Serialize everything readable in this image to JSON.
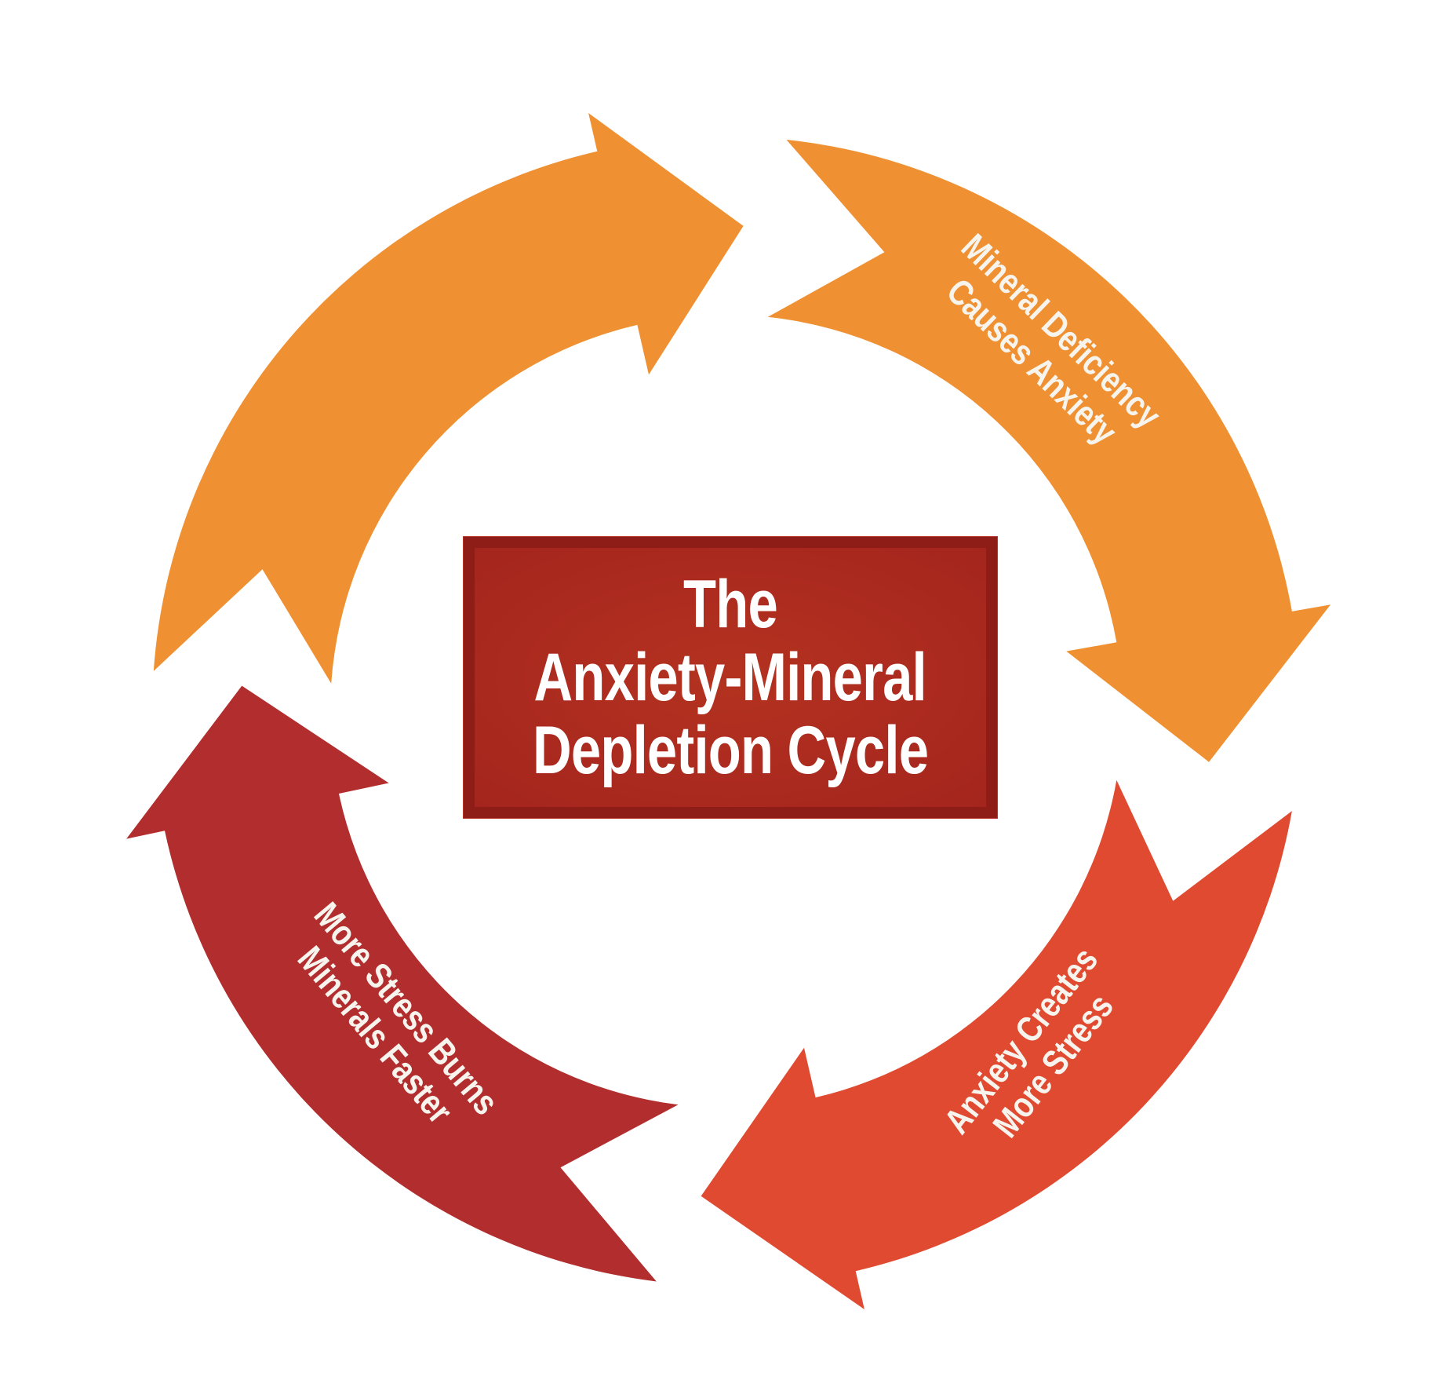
{
  "diagram": {
    "type": "cycle",
    "title": {
      "lines": [
        "The",
        "Anxiety-Mineral",
        "Depletion Cycle"
      ]
    },
    "segments": [
      {
        "id": "replenish-arc",
        "color": "#ef9132",
        "label_lines": []
      },
      {
        "id": "mineral-deficiency",
        "color": "#ef9132",
        "label_lines": [
          "Mineral Deficiency",
          "Causes Anxiety"
        ]
      },
      {
        "id": "anxiety-stress",
        "color": "#e04a30",
        "label_lines": [
          "Anxiety Creates",
          "More Stress"
        ]
      },
      {
        "id": "stress-burns",
        "color": "#b22e2e",
        "label_lines": [
          "More Stress Burns",
          "Minerals Faster"
        ]
      }
    ],
    "colors": {
      "title_box_fill": "#ab2a1f",
      "title_box_border": "#8e1c17",
      "label_text": "#f7f4ee",
      "background": "#ffffff"
    }
  }
}
